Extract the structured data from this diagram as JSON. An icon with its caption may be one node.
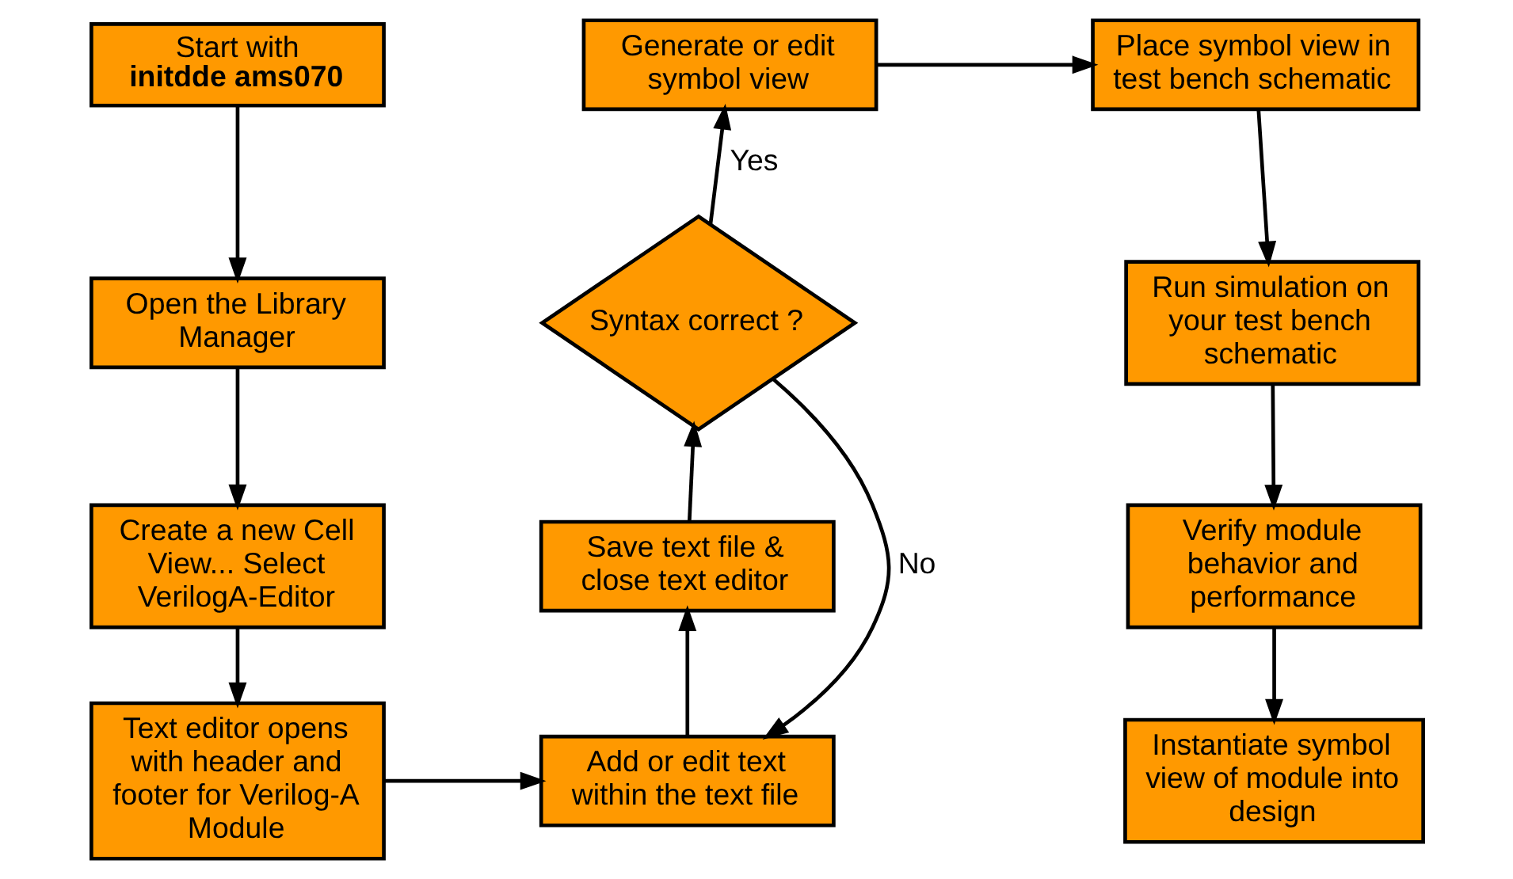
{
  "diagram": {
    "nodes": [
      {
        "text": [
          "Start with",
          "initdde ams070"
        ]
      },
      {
        "text": [
          "Open the Library Manager"
        ]
      },
      {
        "text": [
          "Create a new Cell View... Select VerilogA-Editor"
        ]
      },
      {
        "text": [
          "Text editor opens with header and footer for Verilog-A Module"
        ]
      },
      {
        "text": [
          "Add or edit text within the text file"
        ]
      },
      {
        "text": [
          "Save text file & close text editor"
        ]
      },
      {
        "text": [
          "Syntax correct ?"
        ]
      },
      {
        "text": [
          "Generate or edit symbol view"
        ]
      },
      {
        "text": [
          "Place symbol view in test bench schematic"
        ]
      },
      {
        "text": [
          "Run simulation on your test bench schematic"
        ]
      },
      {
        "text": [
          "Verify module behavior and performance"
        ]
      },
      {
        "text": [
          "Instantiate symbol view of module into design"
        ]
      }
    ],
    "edges": [
      {
        "from": 0,
        "to": 1,
        "arrow": "to"
      },
      {
        "from": 1,
        "to": 2,
        "arrow": "to"
      },
      {
        "from": 2,
        "to": 3,
        "arrow": "to"
      },
      {
        "from": 3,
        "to": 4,
        "arrow": "to"
      },
      {
        "from": 4,
        "to": 5,
        "arrow": "to"
      },
      {
        "from": 5,
        "to": 6,
        "arrow": "to"
      },
      {
        "from": 6,
        "to": 7,
        "arrow": "to",
        "label": "Yes"
      },
      {
        "from": 6,
        "to": 4,
        "arrow": "to",
        "label": "No"
      },
      {
        "from": 7,
        "to": 8,
        "arrow": "to"
      },
      {
        "from": 8,
        "to": 9,
        "arrow": "to"
      },
      {
        "from": 9,
        "to": 10,
        "arrow": "to"
      },
      {
        "from": 10,
        "to": 11,
        "arrow": "to"
      }
    ]
  }
}
